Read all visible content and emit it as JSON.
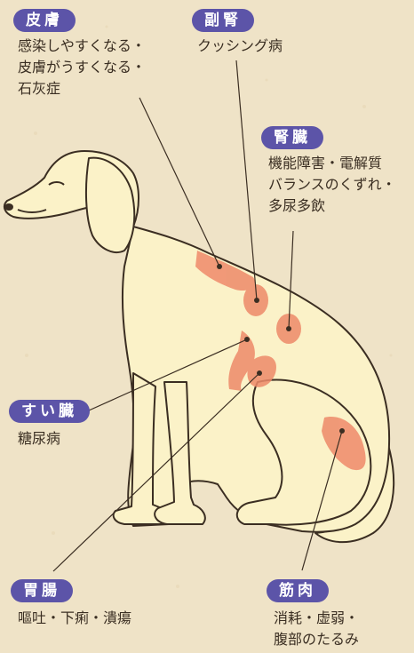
{
  "colors": {
    "background": "#efe3c7",
    "label_bg": "#5c54a8",
    "label_text": "#ffffff",
    "organ_fill": "#ee8a6a",
    "dog_fill": "#fbf2c8",
    "dog_outline": "#3b2e22",
    "leader_line": "#3b2e22"
  },
  "labels": [
    {
      "id": "skin",
      "name": "皮膚",
      "lines": [
        "感染しやすくなる・",
        "皮膚がうすくなる・",
        "石灰症"
      ]
    },
    {
      "id": "adrenal",
      "name": "副腎",
      "lines": [
        "クッシング病"
      ]
    },
    {
      "id": "kidney",
      "name": "腎臓",
      "lines": [
        "機能障害・電解質",
        "バランスのくずれ・",
        "多尿多飲"
      ]
    },
    {
      "id": "pancreas",
      "name": "すい臓",
      "lines": [
        "糖尿病"
      ]
    },
    {
      "id": "gastro",
      "name": "胃腸",
      "lines": [
        "嘔吐・下痢・潰瘍"
      ]
    },
    {
      "id": "muscle",
      "name": "筋肉",
      "lines": [
        "消耗・虚弱・",
        "腹部のたるみ"
      ]
    }
  ]
}
